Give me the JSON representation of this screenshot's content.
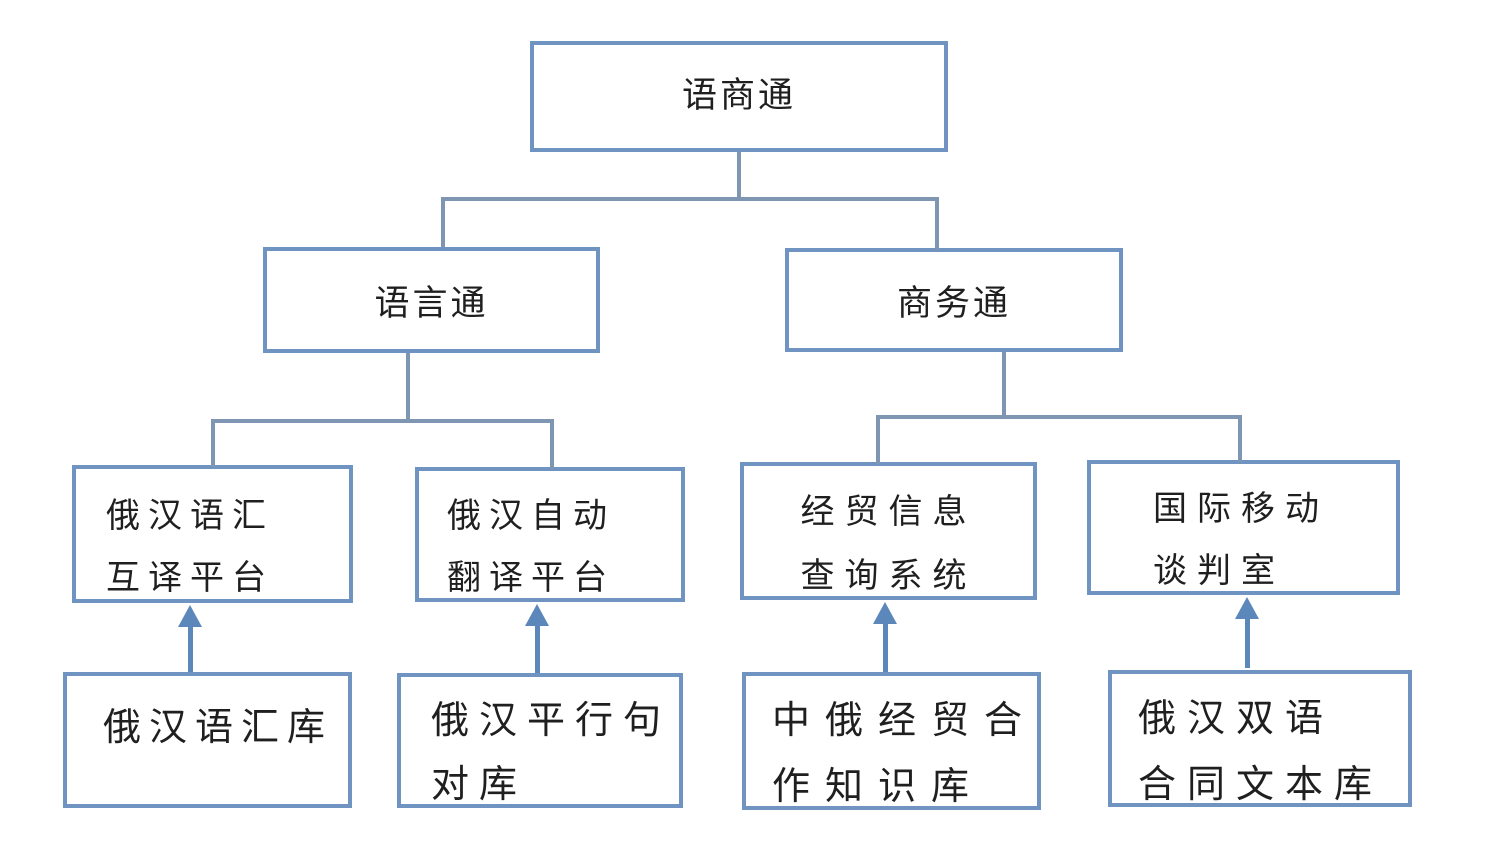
{
  "diagram": {
    "nodes": {
      "root": {
        "lines": [
          "语商通"
        ]
      },
      "language": {
        "lines": [
          "语言通"
        ]
      },
      "business": {
        "lines": [
          "商务通"
        ]
      },
      "vocab_platform": {
        "lines": [
          "俄汉语汇",
          "互译平台"
        ]
      },
      "auto_platform": {
        "lines": [
          "俄汉自动",
          "翻译平台"
        ]
      },
      "trade_system": {
        "lines": [
          "经贸信息",
          "查询系统"
        ]
      },
      "negotiation_room": {
        "lines": [
          "国际移动",
          "谈判室"
        ]
      },
      "vocab_db": {
        "lines": [
          "俄汉语汇库"
        ]
      },
      "parallel_db": {
        "lines": [
          "俄汉平行句",
          "对库"
        ]
      },
      "trade_kb": {
        "lines": [
          "中俄经贸合",
          "作知识库"
        ]
      },
      "contract_db": {
        "lines": [
          "俄汉双语",
          "合同文本库"
        ]
      }
    },
    "edges": [
      {
        "from": "语商通",
        "to": "语言通",
        "type": "line"
      },
      {
        "from": "语商通",
        "to": "商务通",
        "type": "line"
      },
      {
        "from": "语言通",
        "to": "俄汉语汇互译平台",
        "type": "line"
      },
      {
        "from": "语言通",
        "to": "俄汉自动翻译平台",
        "type": "line"
      },
      {
        "from": "商务通",
        "to": "经贸信息查询系统",
        "type": "line"
      },
      {
        "from": "商务通",
        "to": "国际移动谈判室",
        "type": "line"
      },
      {
        "from": "俄汉语汇库",
        "to": "俄汉语汇互译平台",
        "type": "arrow-up"
      },
      {
        "from": "俄汉平行句对库",
        "to": "俄汉自动翻译平台",
        "type": "arrow-up"
      },
      {
        "from": "中俄经贸合作知识库",
        "to": "经贸信息查询系统",
        "type": "arrow-up"
      },
      {
        "from": "俄汉双语合同文本库",
        "to": "国际移动谈判室",
        "type": "arrow-up"
      }
    ],
    "colors": {
      "box_border": "#6f94c1",
      "connector": "#7e96b2",
      "arrow": "#5b87bb",
      "text": "#1f1f1f",
      "background": "#ffffff"
    }
  }
}
